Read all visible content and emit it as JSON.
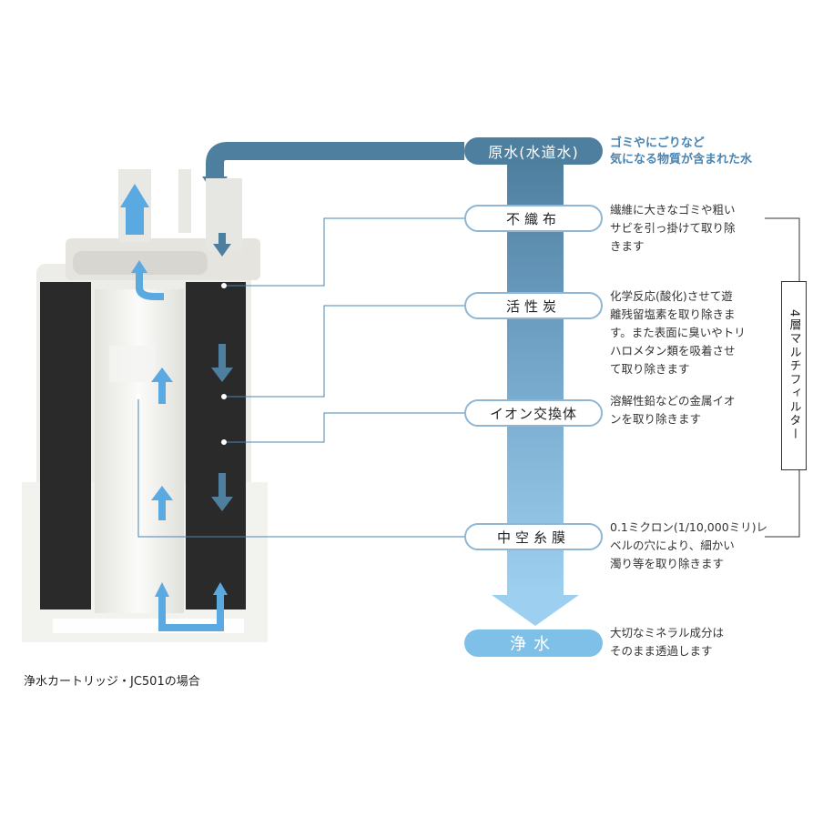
{
  "stages": [
    {
      "id": "raw",
      "label": "原水(水道水)",
      "desc": "ゴミやにごりなど\n気になる物質が含まれた水"
    },
    {
      "id": "nonwoven",
      "label": "不織布",
      "desc": "繊維に大きなゴミや粗い\nサビを引っ掛けて取り除\nきます"
    },
    {
      "id": "carbon",
      "label": "活性炭",
      "desc": "化学反応(酸化)させて遊\n離残留塩素を取り除きま\nす。また表面に臭いやトリ\nハロメタン類を吸着させ\nて取り除きます"
    },
    {
      "id": "ion",
      "label": "イオン交換体",
      "desc": "溶解性鉛などの金属イオ\nンを取り除きます"
    },
    {
      "id": "hollow",
      "label": "中空糸膜",
      "desc": "0.1ミクロン(1/10,000ミリ)レ\nベルの穴により、細かい\n濁り等を取り除きます"
    },
    {
      "id": "pure",
      "label": "浄水",
      "desc": "大切なミネラル成分は\nそのまま透過します"
    }
  ],
  "group_label": "4層マルチフィルター",
  "caption": "浄水カートリッジ・JC501の場合",
  "colors": {
    "dark_pipe": "#4f7f9f",
    "light_pipe": "#8fc6ea",
    "arrow_blue": "#5aa9e0",
    "raw_text": "#4a84b1"
  }
}
